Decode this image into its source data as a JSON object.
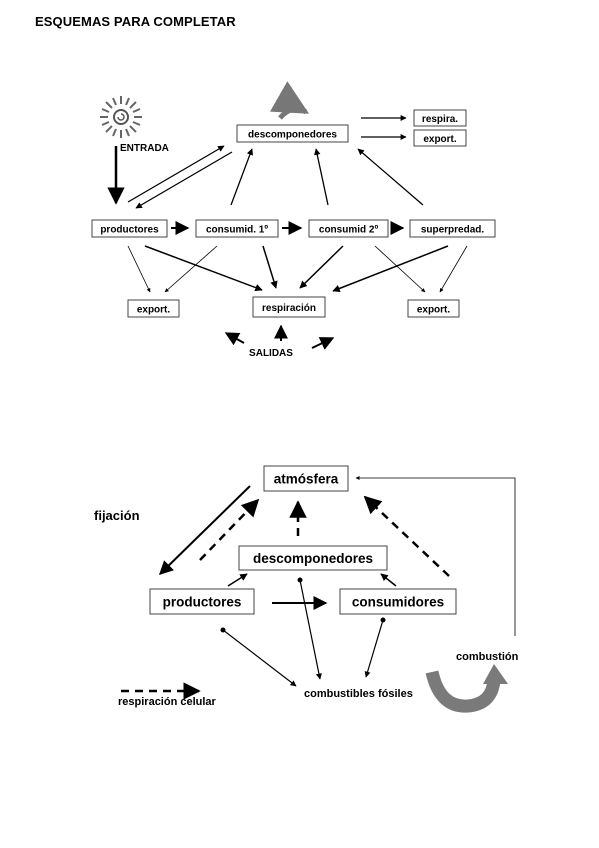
{
  "page": {
    "title": "ESQUEMAS PARA COMPLETAR"
  },
  "diagram1": {
    "entrada": "ENTRADA",
    "salidas": "SALIDAS",
    "nodes": {
      "descomponedores": "descomponedores",
      "respira": "respira.",
      "export_top": "export.",
      "productores": "productores",
      "consumid1": "consumid. 1º",
      "consumid2": "consumid 2º",
      "superpredad": "superpredad.",
      "export_left": "export.",
      "respiracion": "respiración",
      "export_right": "export."
    }
  },
  "diagram2": {
    "fijacion": "fijación",
    "combustion": "combustión",
    "respiracion_celular": "respiración celular",
    "nodes": {
      "atmosfera": "atmósfera",
      "descomponedores": "descomponedores",
      "productores": "productores",
      "consumidores": "consumidores",
      "combustibles_fosiles": "combustibles fósiles"
    }
  }
}
